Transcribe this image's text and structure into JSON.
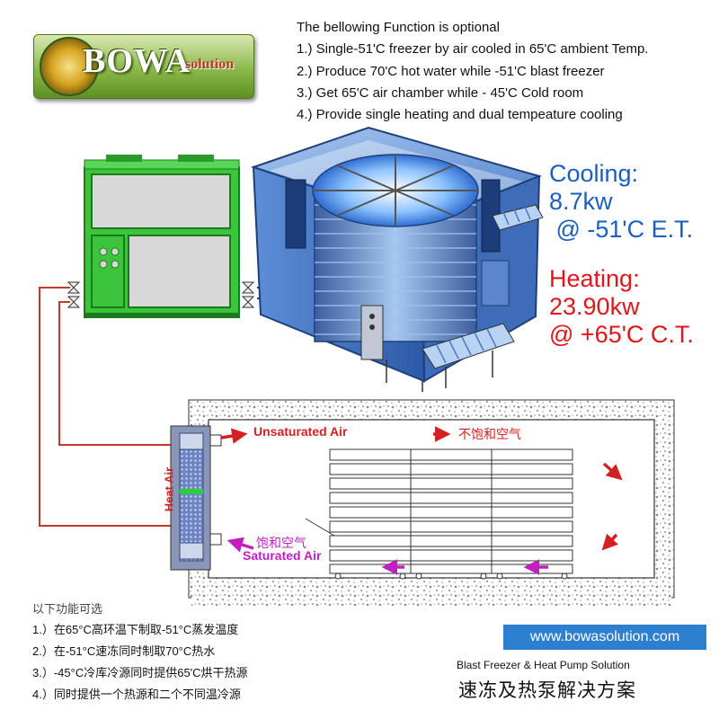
{
  "logo": {
    "brand": "BOWA",
    "tag": "solution"
  },
  "options": {
    "heading": "The bellowing Function is optional",
    "items": [
      "1.) Single-51'C freezer by air cooled in 65'C ambient Temp.",
      "2.) Produce 70'C hot water while  -51'C blast freezer",
      "3.) Get 65'C air chamber while - 45'C Cold room",
      "4.) Provide single heating and dual tempeature cooling"
    ]
  },
  "specs": {
    "cooling_label": "Cooling:",
    "cooling_value": "8.7kw",
    "cooling_condition": " @ -51'C E.T.",
    "heating_label": "Heating:",
    "heating_value": "23.90kw",
    "heating_condition": "@ +65'C C.T."
  },
  "chamber": {
    "unsaturated_en": "Unsaturated Air",
    "unsaturated_cn": "不饱和空气",
    "saturated_cn": "饱和空气",
    "saturated_en": "Saturated Air",
    "heat_air": "Heat Air"
  },
  "cn_list": {
    "heading": "以下功能可选",
    "items": [
      "1.）在65°C高环温下制取-51°C蒸发温度",
      "2.）在-51°C速冻同时制取70°C热水",
      "3.）-45°C冷库冷源同时提供65'C烘干热源",
      "4.）同时提供一个热源和二个不同温冷源"
    ]
  },
  "footer": {
    "url": "www.bowasolution.com",
    "subtitle_en": "Blast Freezer & Heat Pump Solution",
    "subtitle_cn": "速冻及热泵解决方案"
  },
  "colors": {
    "cooling": "#1a5fc0",
    "heating": "#e0161b",
    "unit_green": "#3cc43c",
    "pipe": "#c0392b",
    "arrow_red": "#d42020",
    "arrow_magenta": "#c020c0"
  }
}
